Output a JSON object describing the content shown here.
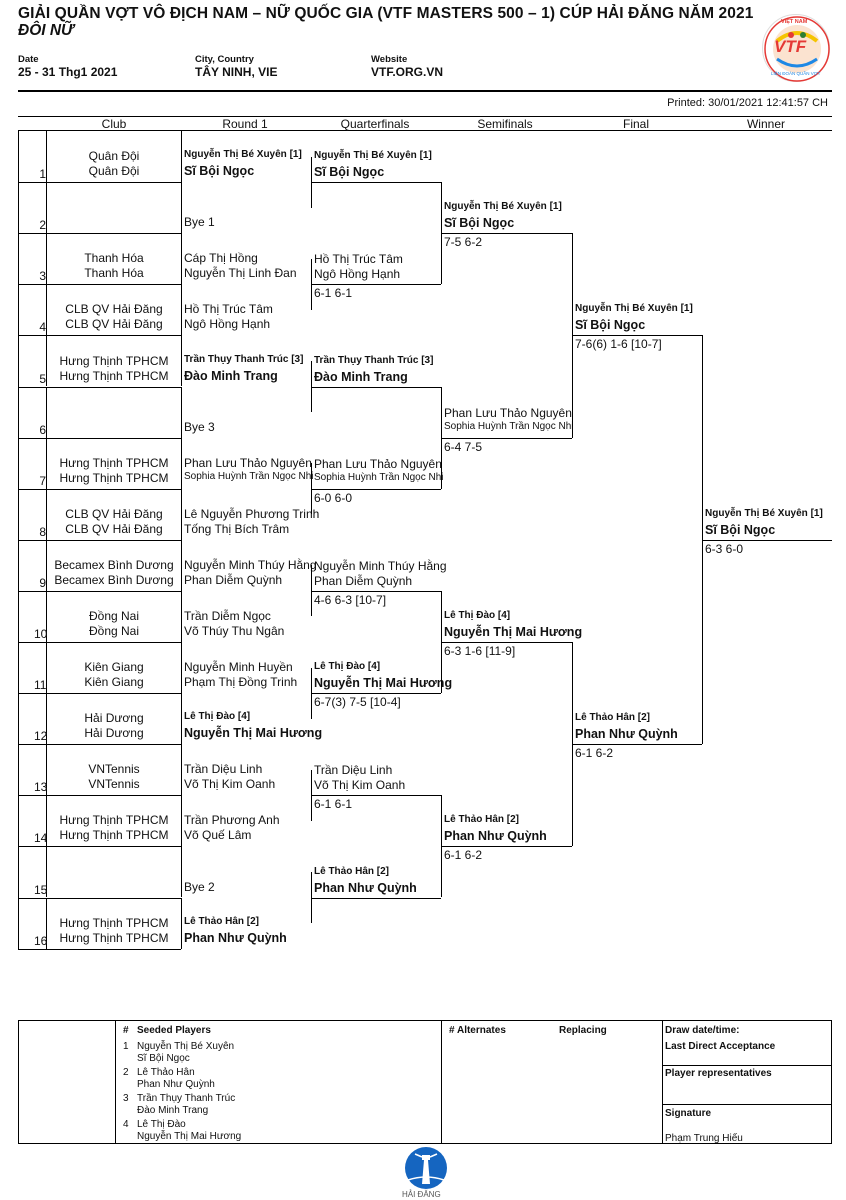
{
  "header": {
    "title": "GIẢI QUẦN VỢT VÔ ĐỊCH NAM – NỮ QUỐC GIA (VTF MASTERS 500 – 1) CÚP HẢI ĐĂNG NĂM 2021",
    "subtitle": "ĐÔI NỮ",
    "date_label": "Date",
    "date_value": "25 - 31 Thg1 2021",
    "city_label": "City, Country",
    "city_value": "TÂY NINH, VIE",
    "website_label": "Website",
    "website_value": "VTF.ORG.VN",
    "printed": "Printed: 30/01/2021 12:41:57 CH",
    "logo_text": "VTF",
    "logo_ring_top": "VIỆT NAM",
    "logo_ring_bottom": "LIÊN ĐOÀN QUẦN VỢT"
  },
  "columns": {
    "club": "Club",
    "round1": "Round 1",
    "qf": "Quarterfinals",
    "sf": "Semifinals",
    "final": "Final",
    "winner": "Winner"
  },
  "draw": [
    {
      "num": "1",
      "club1": "Quân Đội",
      "club2": "Quân Đội",
      "p1": "Nguyễn Thị Bé Xuyên [1]",
      "p2": "Sĩ Bội Ngọc"
    },
    {
      "num": "2",
      "club1": "",
      "club2": "",
      "p1": "",
      "p2": "Bye 1"
    },
    {
      "num": "3",
      "club1": "Thanh Hóa",
      "club2": "Thanh Hóa",
      "p1": "Cáp Thị Hồng",
      "p2": "Nguyễn Thị Linh Đan"
    },
    {
      "num": "4",
      "club1": "CLB QV Hải Đăng",
      "club2": "CLB QV Hải Đăng",
      "p1": "Hồ Thị Trúc Tâm",
      "p2": "Ngô Hồng Hạnh"
    },
    {
      "num": "5",
      "club1": "Hưng Thịnh TPHCM",
      "club2": "Hưng Thịnh TPHCM",
      "p1": "Trần Thụy Thanh Trúc [3]",
      "p2": "Đào Minh Trang"
    },
    {
      "num": "6",
      "club1": "",
      "club2": "",
      "p1": "",
      "p2": "Bye 3"
    },
    {
      "num": "7",
      "club1": "Hưng Thịnh TPHCM",
      "club2": "Hưng Thịnh TPHCM",
      "p1": "Phan Lưu Thảo Nguyên",
      "p2": "Sophia Huỳnh Trần Ngọc Nhi"
    },
    {
      "num": "8",
      "club1": "CLB QV Hải Đăng",
      "club2": "CLB QV Hải Đăng",
      "p1": "Lê Nguyễn Phương Trinh",
      "p2": "Tống Thị Bích Trâm"
    },
    {
      "num": "9",
      "club1": "Becamex Bình Dương",
      "club2": "Becamex Bình Dương",
      "p1": "Nguyễn Minh Thúy Hằng",
      "p2": "Phan Diễm Quỳnh"
    },
    {
      "num": "10",
      "club1": "Đồng Nai",
      "club2": "Đồng Nai",
      "p1": "Trần Diễm Ngọc",
      "p2": "Võ Thúy Thu Ngân"
    },
    {
      "num": "11",
      "club1": "Kiên Giang",
      "club2": "Kiên Giang",
      "p1": "Nguyễn Minh Huyền",
      "p2": "Phạm Thị Đồng Trinh"
    },
    {
      "num": "12",
      "club1": "Hải Dương",
      "club2": "Hải Dương",
      "p1": "Lê Thị Đào [4]",
      "p2": "Nguyễn Thị Mai Hương"
    },
    {
      "num": "13",
      "club1": "VNTennis",
      "club2": "VNTennis",
      "p1": "Trần Diệu Linh",
      "p2": "Võ Thị Kim Oanh"
    },
    {
      "num": "14",
      "club1": "Hưng Thịnh TPHCM",
      "club2": "Hưng Thịnh TPHCM",
      "p1": "Trần Phương Anh",
      "p2": "Võ Quế Lâm"
    },
    {
      "num": "15",
      "club1": "",
      "club2": "",
      "p1": "",
      "p2": "Bye 2"
    },
    {
      "num": "16",
      "club1": "Hưng Thịnh TPHCM",
      "club2": "Hưng Thịnh TPHCM",
      "p1": "Lê Thảo Hân [2]",
      "p2": "Phan Như Quỳnh"
    }
  ],
  "qf": [
    {
      "p1": "Nguyễn Thị Bé Xuyên [1]",
      "p2": "Sĩ Bội Ngọc",
      "score": ""
    },
    {
      "p1": "Hồ Thị Trúc Tâm",
      "p2": "Ngô Hồng Hạnh",
      "score": "6-1 6-1"
    },
    {
      "p1": "Trần Thụy Thanh Trúc [3]",
      "p2": "Đào Minh Trang",
      "score": ""
    },
    {
      "p1": "Phan Lưu Thảo Nguyên",
      "p2": "Sophia Huỳnh Trần Ngọc Nhi",
      "score": "6-0 6-0"
    },
    {
      "p1": "Nguyễn Minh Thúy Hằng",
      "p2": "Phan Diễm Quỳnh",
      "score": "4-6 6-3 [10-7]"
    },
    {
      "p1": "Lê Thị Đào [4]",
      "p2": "Nguyễn Thị Mai Hương",
      "score": "6-7(3) 7-5 [10-4]"
    },
    {
      "p1": "Trần Diệu Linh",
      "p2": "Võ Thị Kim Oanh",
      "score": "6-1 6-1"
    },
    {
      "p1": "Lê Thảo Hân [2]",
      "p2": "Phan Như Quỳnh",
      "score": ""
    }
  ],
  "sf": [
    {
      "p1": "Nguyễn Thị Bé Xuyên [1]",
      "p2": "Sĩ Bội Ngọc",
      "score": "7-5 6-2"
    },
    {
      "p1": "Phan Lưu Thảo Nguyên",
      "p2": "Sophia Huỳnh Trần Ngọc Nhi",
      "score": "6-4 7-5"
    },
    {
      "p1": "Lê Thị Đào [4]",
      "p2": "Nguyễn Thị Mai Hương",
      "score": "6-3 1-6 [11-9]"
    },
    {
      "p1": "Lê Thảo Hân [2]",
      "p2": "Phan Như Quỳnh",
      "score": "6-1 6-2"
    }
  ],
  "final": [
    {
      "p1": "Nguyễn Thị Bé Xuyên [1]",
      "p2": "Sĩ Bội Ngọc",
      "score": "7-6(6) 1-6 [10-7]"
    },
    {
      "p1": "Lê Thảo Hân [2]",
      "p2": "Phan Như Quỳnh",
      "score": "6-1 6-2"
    }
  ],
  "winner": {
    "p1": "Nguyễn Thị Bé Xuyên [1]",
    "p2": "Sĩ Bội Ngọc",
    "score": "6-3 6-0"
  },
  "footer": {
    "hash": "#",
    "seeded_label": "Seeded Players",
    "seeds": [
      {
        "n": "1",
        "a": "Nguyễn Thị Bé Xuyên",
        "b": "Sĩ Bội Ngọc"
      },
      {
        "n": "2",
        "a": "Lê Thảo Hân",
        "b": "Phan Như Quỳnh"
      },
      {
        "n": "3",
        "a": "Trần Thụy Thanh Trúc",
        "b": "Đào Minh Trang"
      },
      {
        "n": "4",
        "a": "Lê Thị Đào",
        "b": "Nguyễn Thị Mai Hương"
      }
    ],
    "alternates_label": "# Alternates",
    "replacing_label": "Replacing",
    "draw_date_label": "Draw date/time:",
    "last_direct_label": "Last Direct Acceptance",
    "player_reps_label": "Player representatives",
    "signature_label": "Signature",
    "signature_name": "Phạm Trung Hiếu",
    "bottom_logo_text": "HẢI ĐĂNG"
  }
}
